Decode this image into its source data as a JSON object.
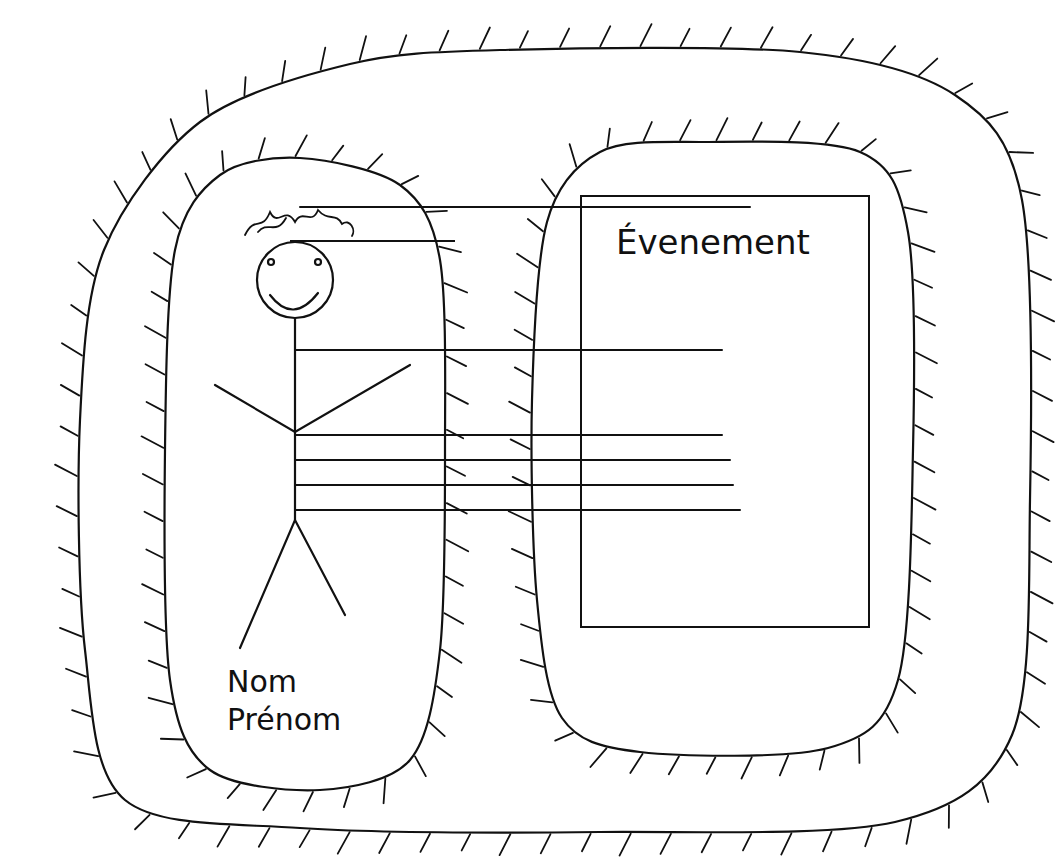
{
  "diagram": {
    "nodes": [
      {
        "text": [
          "Nom Prénom"
        ]
      },
      {
        "text": [
          "Évenement"
        ]
      }
    ],
    "edges": [
      {
        "from": 0,
        "to": 1,
        "arrow": "none"
      },
      {
        "from": 0,
        "to": 1,
        "arrow": "none"
      },
      {
        "from": 0,
        "to": 1,
        "arrow": "none"
      },
      {
        "from": 0,
        "to": 1,
        "arrow": "none"
      },
      {
        "from": 0,
        "to": 1,
        "arrow": "none"
      },
      {
        "from": 0,
        "to": 1,
        "arrow": "none"
      }
    ]
  }
}
